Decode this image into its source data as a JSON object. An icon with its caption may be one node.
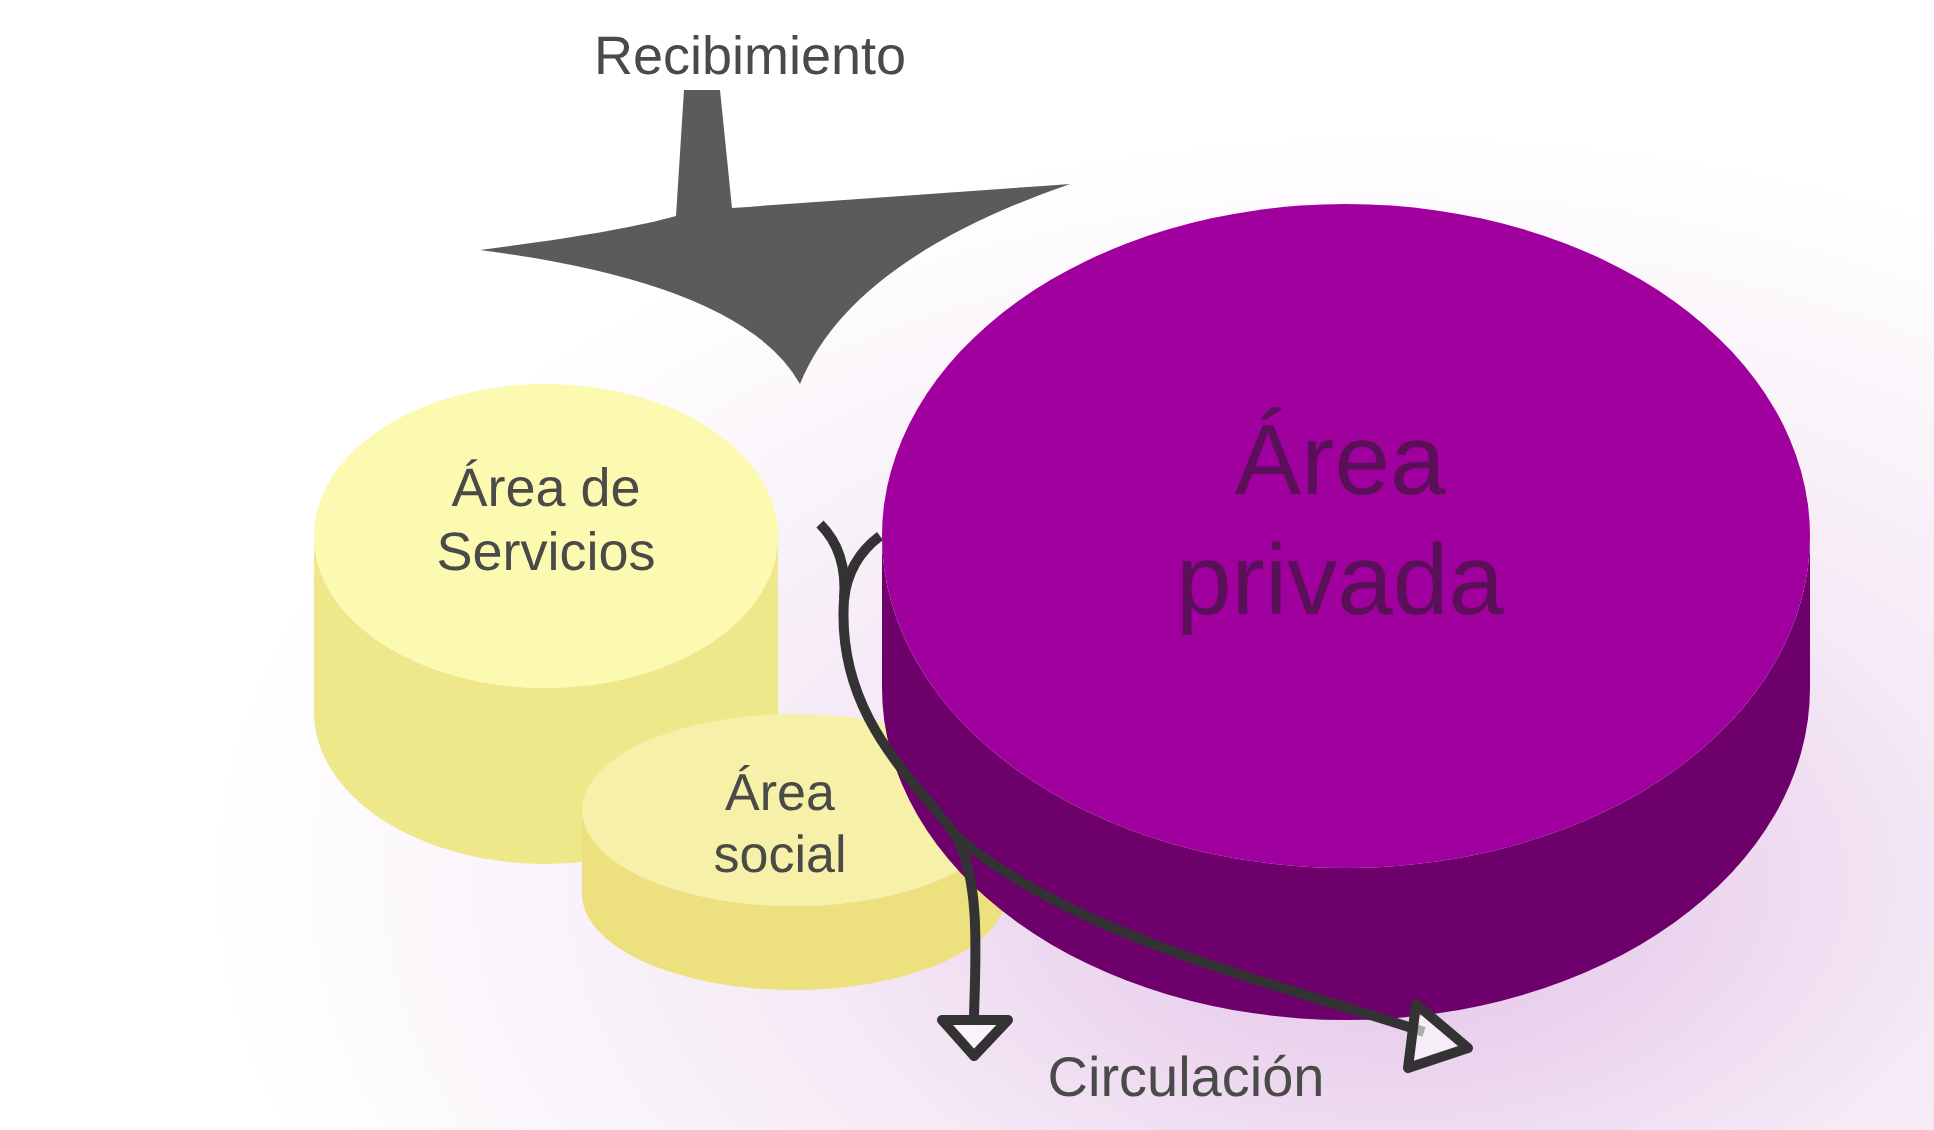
{
  "diagram": {
    "nodes": [
      {
        "text": [
          "Área de Servicios"
        ]
      },
      {
        "text": [
          "Área social"
        ]
      },
      {
        "text": [
          "Área privada"
        ]
      }
    ],
    "labels": [
      "Recibimiento",
      "Circulación"
    ]
  }
}
